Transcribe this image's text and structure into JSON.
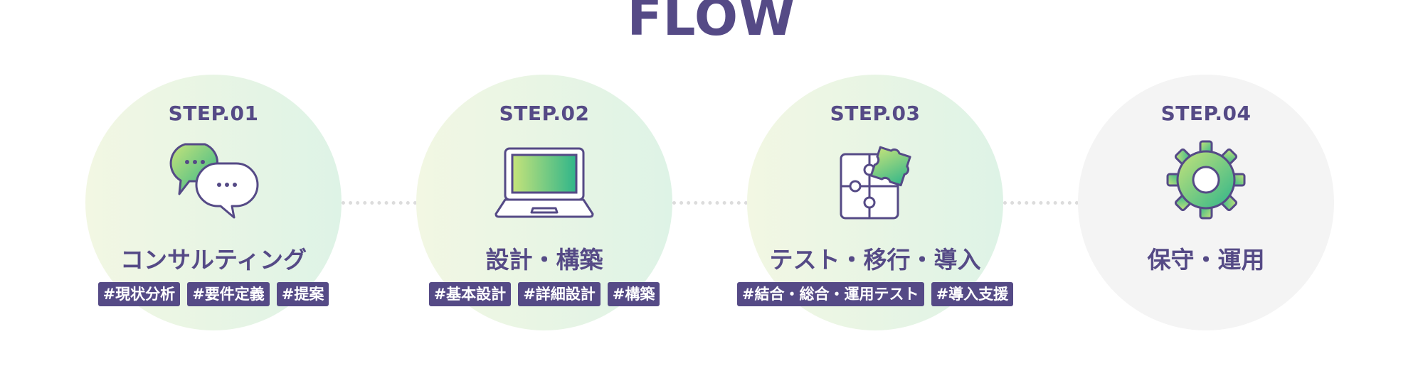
{
  "page": {
    "title": "FLOW"
  },
  "steps": [
    {
      "label": "STEP.01",
      "name": "コンサルティング",
      "icon": "chat-bubbles-icon",
      "tags": [
        "#現状分析",
        "#要件定義",
        "#提案"
      ]
    },
    {
      "label": "STEP.02",
      "name": "設計・構築",
      "icon": "laptop-icon",
      "tags": [
        "#基本設計",
        "#詳細設計",
        "#構築"
      ]
    },
    {
      "label": "STEP.03",
      "name": "テスト・移行・導入",
      "icon": "puzzle-icon",
      "tags": [
        "#結合・総合・運用テスト",
        "#導入支援"
      ]
    },
    {
      "label": "STEP.04",
      "name": "保守・運用",
      "icon": "gear-icon",
      "tags": []
    }
  ],
  "colors": {
    "accent": "#554a86",
    "gradient_start": "#c6e37a",
    "gradient_end": "#2fb58a",
    "circle_light_start": "#f2f7e3",
    "circle_light_end": "#def3e6",
    "circle_muted": "#f4f4f4",
    "connector": "#dcdcdc"
  }
}
